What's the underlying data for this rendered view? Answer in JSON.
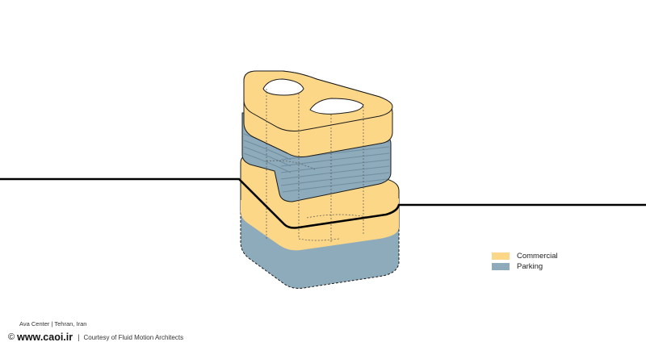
{
  "colors": {
    "commercial": "#fcd788",
    "parking": "#8eabbb",
    "parking_stripe": "#6f8ea0",
    "outline": "#1a1a1a",
    "ground_line": "#000000"
  },
  "legend": {
    "items": [
      {
        "label": "Commercial",
        "color": "#fcd788"
      },
      {
        "label": "Parking",
        "color": "#8eabbb"
      }
    ]
  },
  "caption": {
    "project": "Ava Center",
    "separator": "|",
    "location": "Tehran, Iran"
  },
  "footer": {
    "copyright_icon": "copyright-icon",
    "copyright_symbol": "©",
    "website": "www.caoi.ir",
    "separator": "|",
    "credit": "Courtesy of Fluid Motion Architects"
  }
}
